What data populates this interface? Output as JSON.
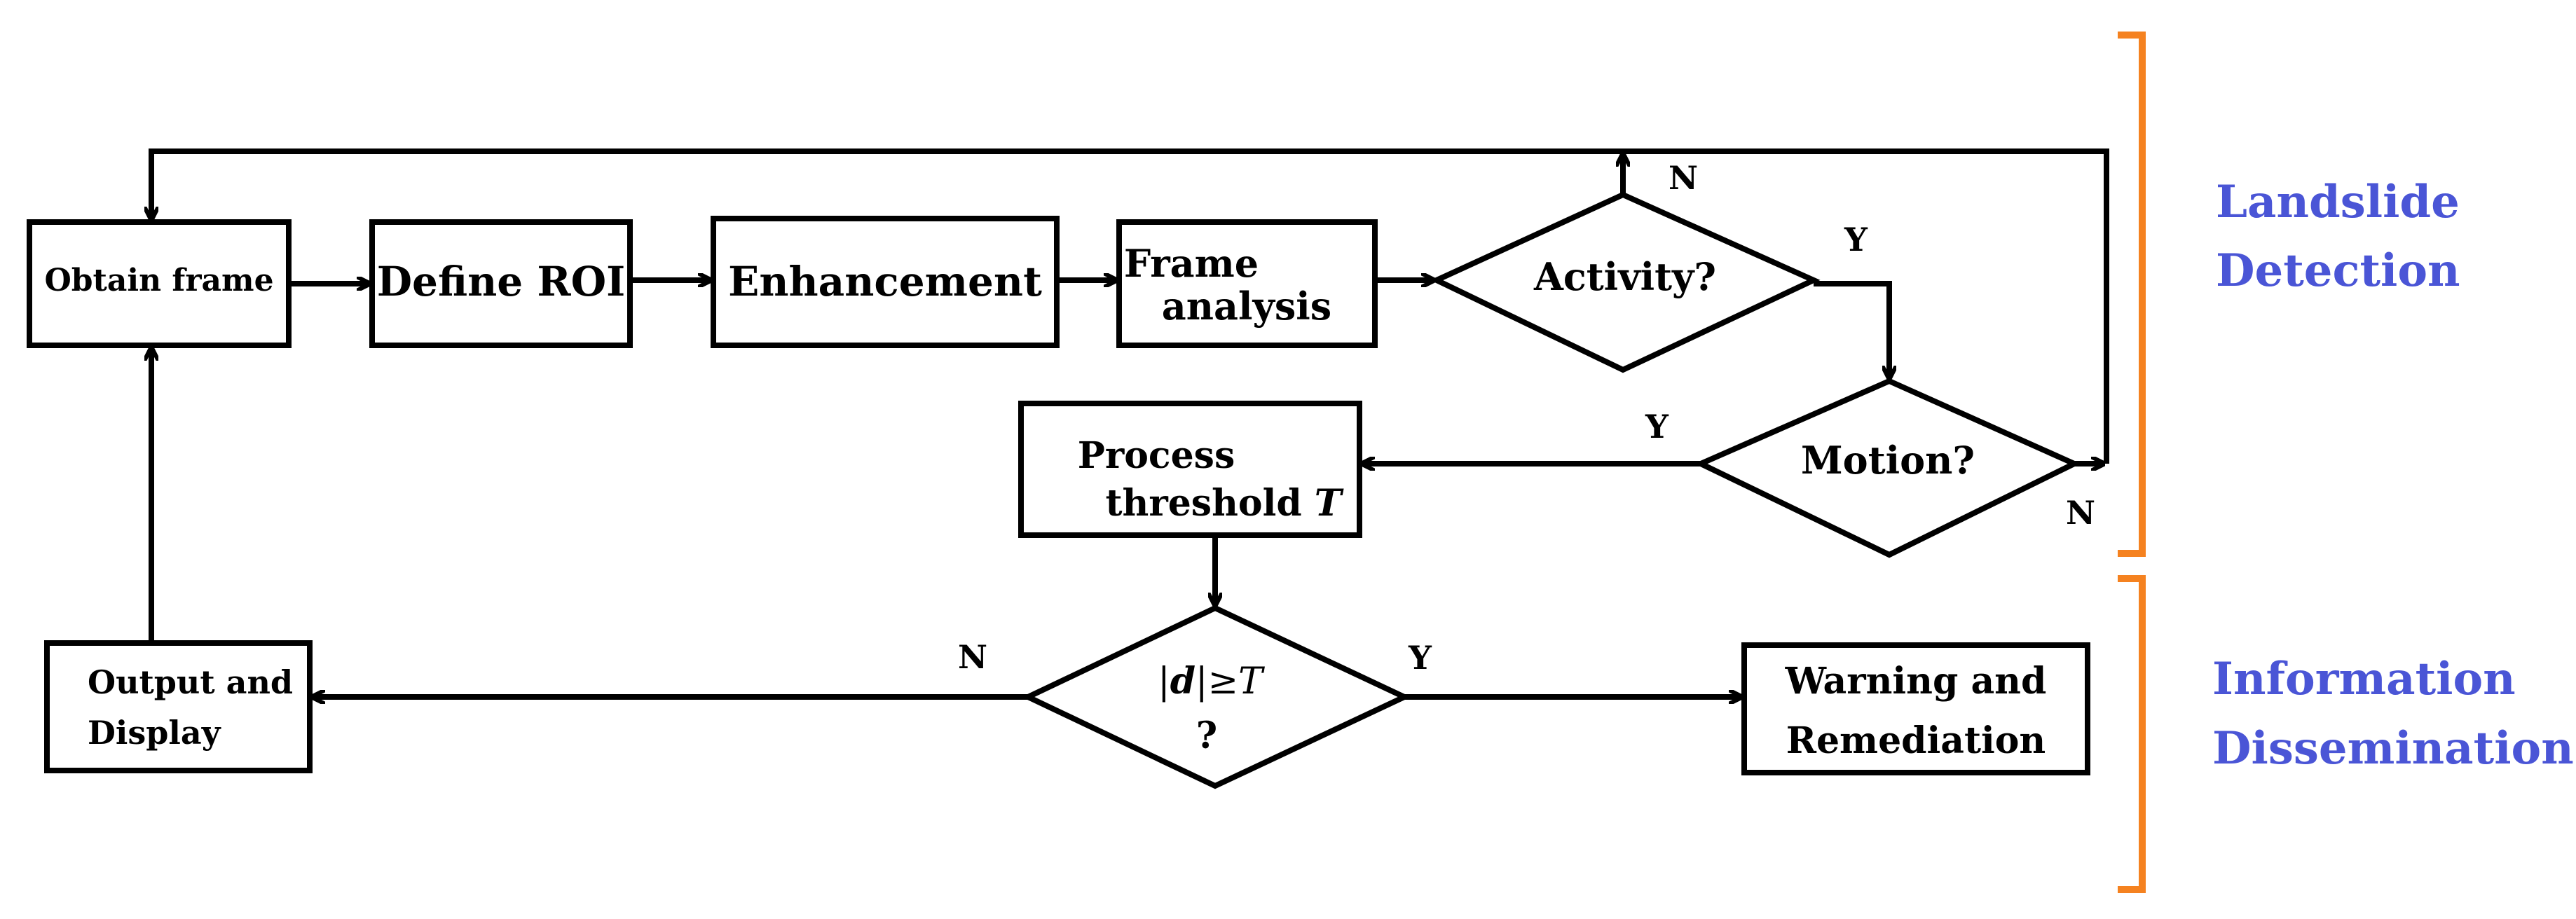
{
  "nodes": {
    "obtain_frame": "Obtain frame",
    "define_roi": "Define ROI",
    "enhancement": "Enhancement",
    "frame_analysis": [
      "Frame",
      "analysis"
    ],
    "activity": "Activity?",
    "motion": "Motion?",
    "process_threshold": {
      "line1": "Process",
      "line2_prefix": "threshold ",
      "line2_var": "T"
    },
    "decision_d": {
      "expr_bar1": "|",
      "expr_var": "d",
      "expr_bar2": "|",
      "expr_op": "≥",
      "expr_rhs": "T",
      "question": "?"
    },
    "output_display": [
      "Output and",
      "Display"
    ],
    "warning": [
      "Warning and",
      "Remediation"
    ]
  },
  "edge_labels": {
    "activity_no": "N",
    "activity_yes": "Y",
    "motion_yes": "Y",
    "motion_no": "N",
    "decision_no": "N",
    "decision_yes": "Y"
  },
  "phases": {
    "detection": [
      "Landslide",
      "Detection"
    ],
    "dissemination": [
      "Information",
      "Dissemination"
    ]
  },
  "colors": {
    "stroke": "#000000",
    "bracket": "#f58220",
    "phase_text": "#4a55d6"
  }
}
